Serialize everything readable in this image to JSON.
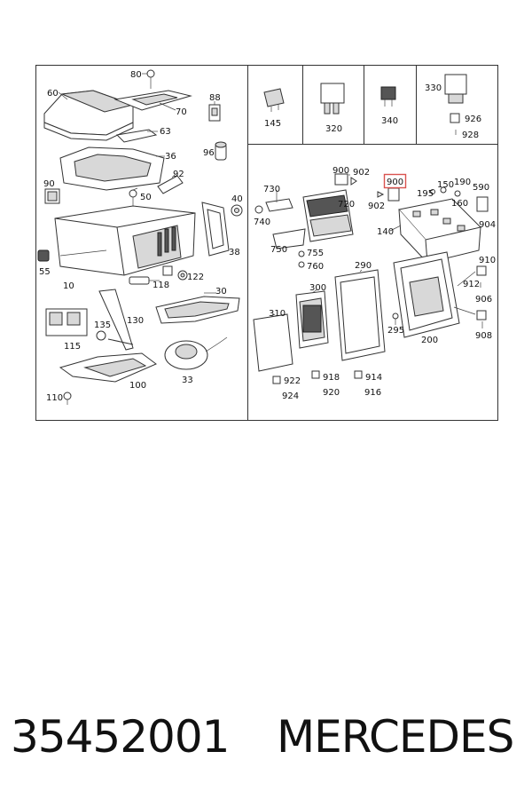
{
  "footer": {
    "part_number": "35452001",
    "brand": "MERCEDES"
  },
  "diagram": {
    "highlight_color": "#d9534f",
    "callouts": [
      {
        "id": "c80",
        "text": "80"
      },
      {
        "id": "c60",
        "text": "60"
      },
      {
        "id": "c70",
        "text": "70"
      },
      {
        "id": "c88",
        "text": "88"
      },
      {
        "id": "c63",
        "text": "63"
      },
      {
        "id": "c36",
        "text": "36"
      },
      {
        "id": "c96",
        "text": "96"
      },
      {
        "id": "c92",
        "text": "92"
      },
      {
        "id": "c90",
        "text": "90"
      },
      {
        "id": "c50",
        "text": "50"
      },
      {
        "id": "c40",
        "text": "40"
      },
      {
        "id": "c38",
        "text": "38"
      },
      {
        "id": "c55",
        "text": "55"
      },
      {
        "id": "c10",
        "text": "10"
      },
      {
        "id": "c118",
        "text": "118"
      },
      {
        "id": "c122",
        "text": "122"
      },
      {
        "id": "c30",
        "text": "30"
      },
      {
        "id": "c135",
        "text": "135"
      },
      {
        "id": "c130",
        "text": "130"
      },
      {
        "id": "c115",
        "text": "115"
      },
      {
        "id": "c33",
        "text": "33"
      },
      {
        "id": "c100",
        "text": "100"
      },
      {
        "id": "c110",
        "text": "110"
      },
      {
        "id": "c145",
        "text": "145"
      },
      {
        "id": "c320",
        "text": "320"
      },
      {
        "id": "c340",
        "text": "340"
      },
      {
        "id": "c330",
        "text": "330"
      },
      {
        "id": "c926",
        "text": "926"
      },
      {
        "id": "c928",
        "text": "928"
      },
      {
        "id": "c900a",
        "text": "900"
      },
      {
        "id": "c902a",
        "text": "902"
      },
      {
        "id": "c900b",
        "text": "900"
      },
      {
        "id": "c902b",
        "text": "902"
      },
      {
        "id": "c150",
        "text": "150"
      },
      {
        "id": "c190",
        "text": "190"
      },
      {
        "id": "c195",
        "text": "195"
      },
      {
        "id": "c590",
        "text": "590"
      },
      {
        "id": "c160",
        "text": "160"
      },
      {
        "id": "c730",
        "text": "730"
      },
      {
        "id": "c720",
        "text": "720"
      },
      {
        "id": "c740",
        "text": "740"
      },
      {
        "id": "c140",
        "text": "140"
      },
      {
        "id": "c904",
        "text": "904"
      },
      {
        "id": "c750",
        "text": "750"
      },
      {
        "id": "c755",
        "text": "755"
      },
      {
        "id": "c760",
        "text": "760"
      },
      {
        "id": "c290",
        "text": "290"
      },
      {
        "id": "c910",
        "text": "910"
      },
      {
        "id": "c300",
        "text": "300"
      },
      {
        "id": "c912",
        "text": "912"
      },
      {
        "id": "c906",
        "text": "906"
      },
      {
        "id": "c310",
        "text": "310"
      },
      {
        "id": "c295",
        "text": "295"
      },
      {
        "id": "c908",
        "text": "908"
      },
      {
        "id": "c200",
        "text": "200"
      },
      {
        "id": "c918",
        "text": "918"
      },
      {
        "id": "c914",
        "text": "914"
      },
      {
        "id": "c922",
        "text": "922"
      },
      {
        "id": "c920",
        "text": "920"
      },
      {
        "id": "c916",
        "text": "916"
      },
      {
        "id": "c924",
        "text": "924"
      }
    ]
  }
}
